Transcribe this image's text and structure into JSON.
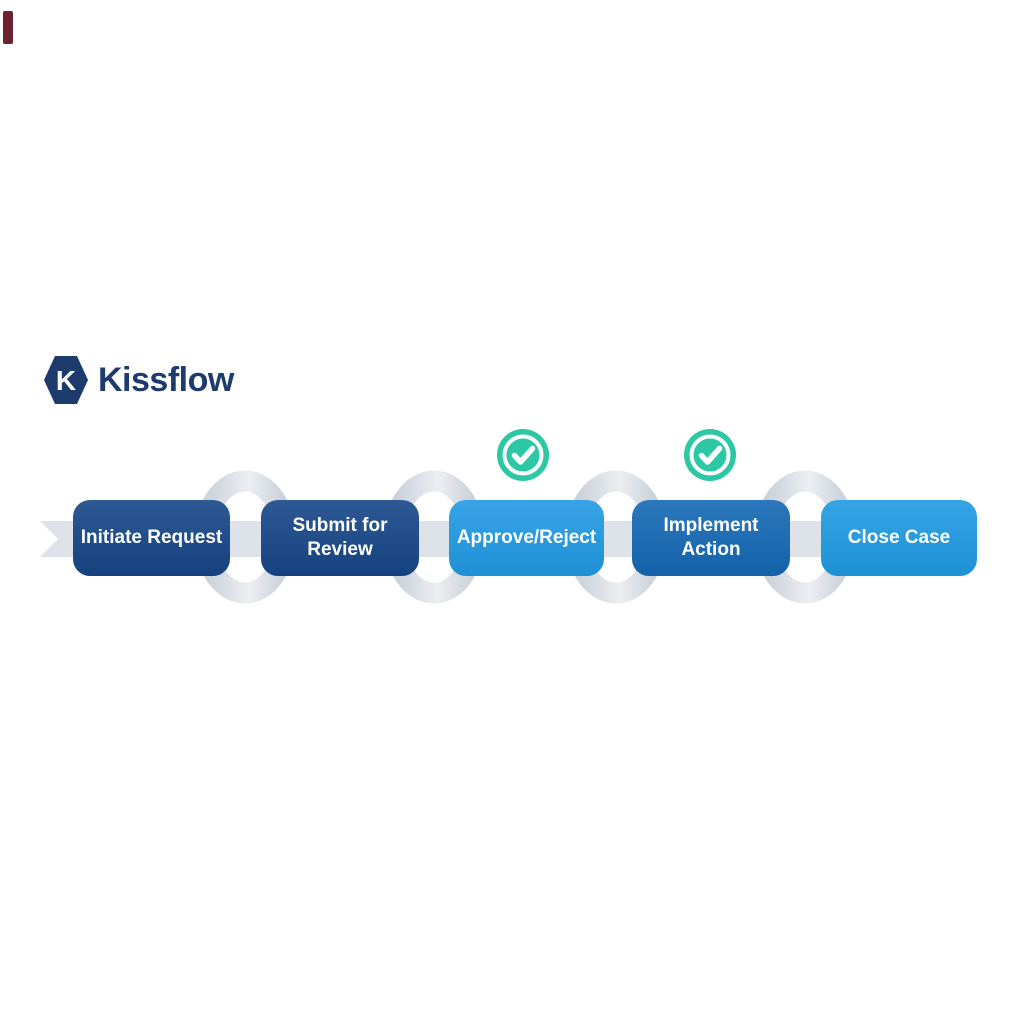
{
  "brand": {
    "name": "Kissflow",
    "logo_letter": "K",
    "color": "#1e3b6e"
  },
  "workflow": {
    "steps": [
      {
        "label": "Initiate Request",
        "color": "#164687",
        "checked": false
      },
      {
        "label": "Submit for Review",
        "color": "#164687",
        "checked": false
      },
      {
        "label": "Approve/Reject",
        "color": "#2199e3",
        "checked": true
      },
      {
        "label": "Implement Action",
        "color": "#1468b4",
        "checked": true
      },
      {
        "label": "Close Case",
        "color": "#1f9ae2",
        "checked": false
      }
    ],
    "badge_color": "#2cc7a4",
    "ribbon_color": "#dde2e8",
    "ring_color_dark": "#c9d0d9",
    "ring_color_light": "#eceef2"
  },
  "corner_mark_color": "#6d2230"
}
